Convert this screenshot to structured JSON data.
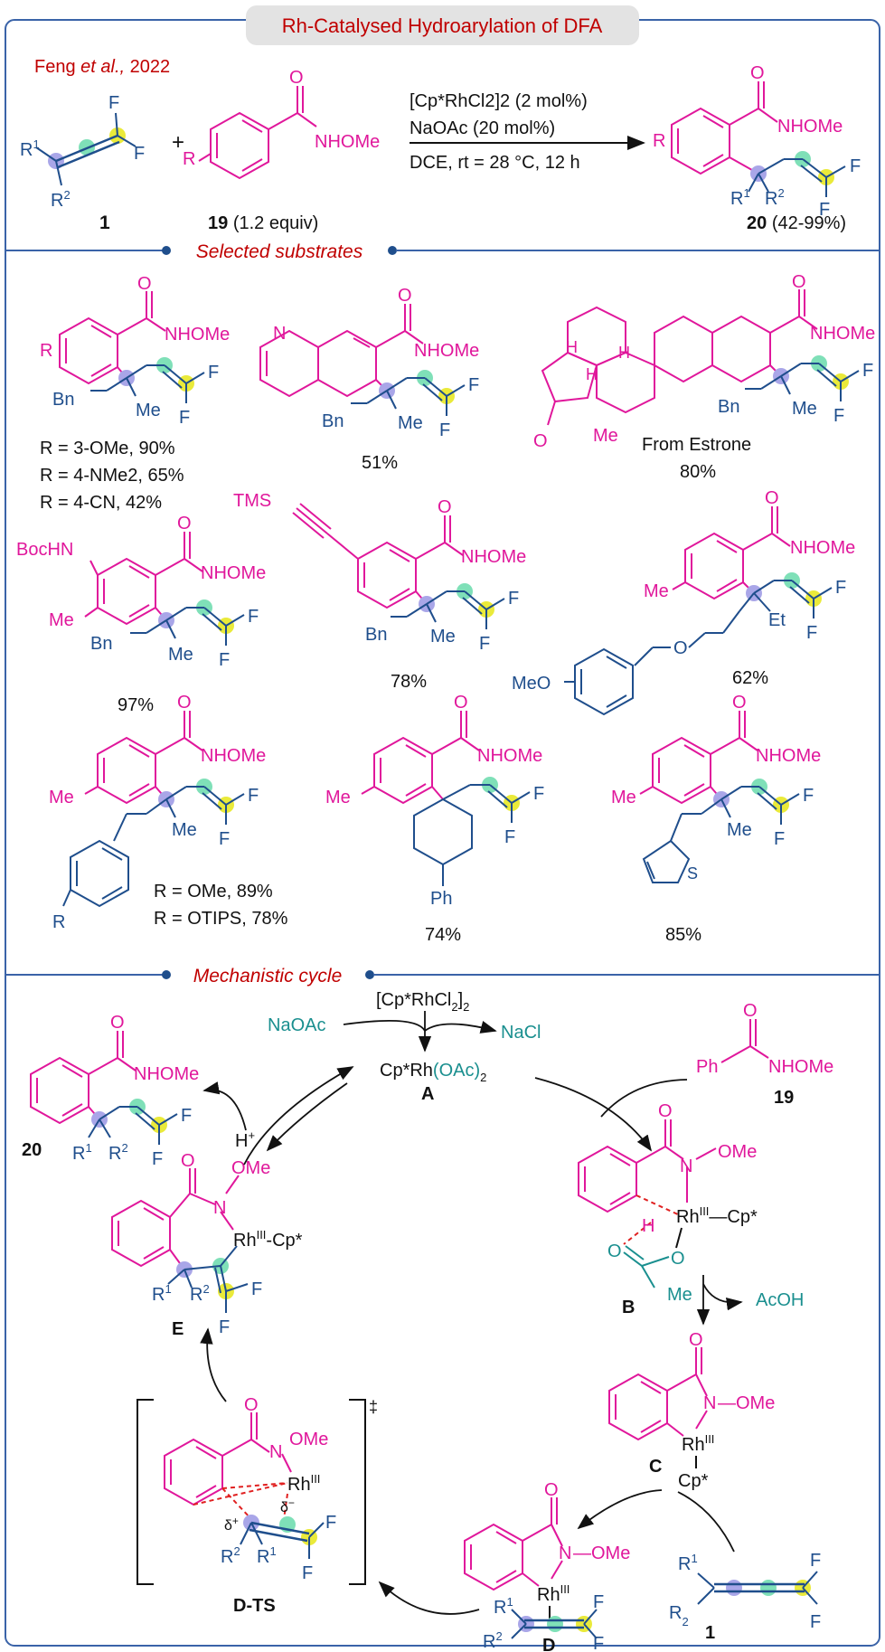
{
  "header": {
    "title": "Rh-Catalysed Hydroarylation of DFA",
    "citation_name": "Feng",
    "citation_etal": "et al.,",
    "citation_year": "2022"
  },
  "reaction": {
    "plus": "+",
    "reagent_1": "[Cp*RhCl2]2 (2 mol%)",
    "reagent_2": "NaOAc (20 mol%)",
    "conditions": "DCE, rt = 28 °C, 12 h",
    "sm1_label": "1",
    "sm2_label": "19",
    "sm2_equiv": "(1.2 equiv)",
    "product_label": "20",
    "product_yield": "(42-99%)"
  },
  "sections": {
    "substrates": "Selected substrates",
    "mechanism": "Mechanistic cycle"
  },
  "substrates": {
    "s1_yields": [
      "R = 3-OMe, 90%",
      "R = 4-NMe2, 65%",
      "R = 4-CN, 42%"
    ],
    "s2_yield": "51%",
    "s3_note": "From Estrone",
    "s3_yield": "80%",
    "s4_yield": "97%",
    "s5_yield": "78%",
    "s6_yield": "62%",
    "s7_yields": [
      "R = OMe, 89%",
      "R = OTIPS, 78%"
    ],
    "s8_yield": "74%",
    "s9_yield": "85%"
  },
  "mechanism": {
    "catalyst": "[Cp*RhCl2]2",
    "naoac": "NaOAc",
    "nacl": "NaCl",
    "active": "Cp*Rh(OAc)2",
    "A": "A",
    "B": "B",
    "C": "C",
    "D": "D",
    "DTS": "D-TS",
    "E": "E",
    "product_20": "20",
    "sm_19": "19",
    "sm_1": "1",
    "hplus": "H+",
    "acoh": "AcOH",
    "dagger": "‡"
  },
  "colors": {
    "magenta": "#e0179b",
    "navy": "#1f4e8c",
    "teal": "#1a8f8f",
    "highlight_blue": "#a9a6e8",
    "highlight_green": "#7fe0b8",
    "highlight_yellow": "#eaea3a",
    "frame": "#3a63a8",
    "title_bg": "#e3e3e3",
    "red": "#c00000"
  }
}
